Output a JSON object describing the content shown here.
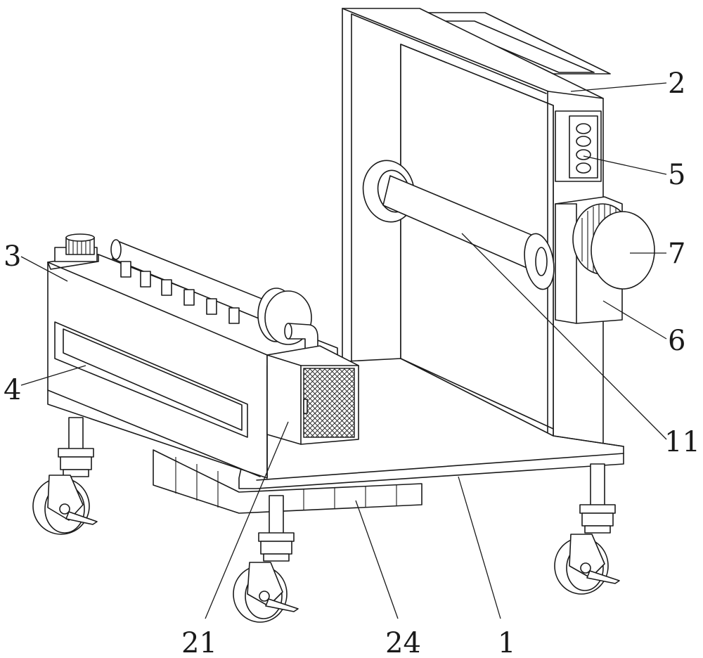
{
  "labels": {
    "l1": "1",
    "l2": "2",
    "l3": "3",
    "l4": "4",
    "l5": "5",
    "l6": "6",
    "l7": "7",
    "l11": "11",
    "l21": "21",
    "l24": "24"
  }
}
